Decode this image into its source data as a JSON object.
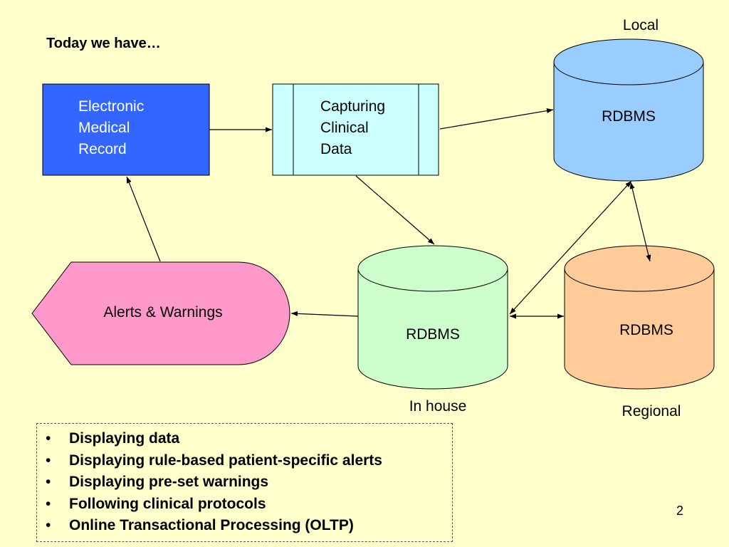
{
  "title": "Today we have…",
  "nodes": {
    "emr": {
      "lines": [
        "Electronic",
        "Medical",
        "Record"
      ]
    },
    "capture": {
      "lines": [
        "Capturing",
        "Clinical",
        "Data"
      ]
    },
    "local_db": {
      "label": "RDBMS",
      "caption": "Local"
    },
    "inhouse_db": {
      "label": "RDBMS",
      "caption": "In house"
    },
    "regional_db": {
      "label": "RDBMS",
      "caption": "Regional"
    },
    "alerts": {
      "label": "Alerts & Warnings"
    }
  },
  "colors": {
    "background": "#ffffcc",
    "emr": "#3366ff",
    "capture": "#ccffff",
    "local_db": "#99ccff",
    "inhouse_db": "#ccffcc",
    "regional_db": "#ffcc99",
    "alerts": "#ff99cc"
  },
  "bullets": [
    "Displaying data",
    "Displaying rule-based patient-specific alerts",
    "Displaying pre-set warnings",
    "Following clinical protocols",
    "Online Transactional Processing (OLTP)"
  ],
  "page_number": "2"
}
